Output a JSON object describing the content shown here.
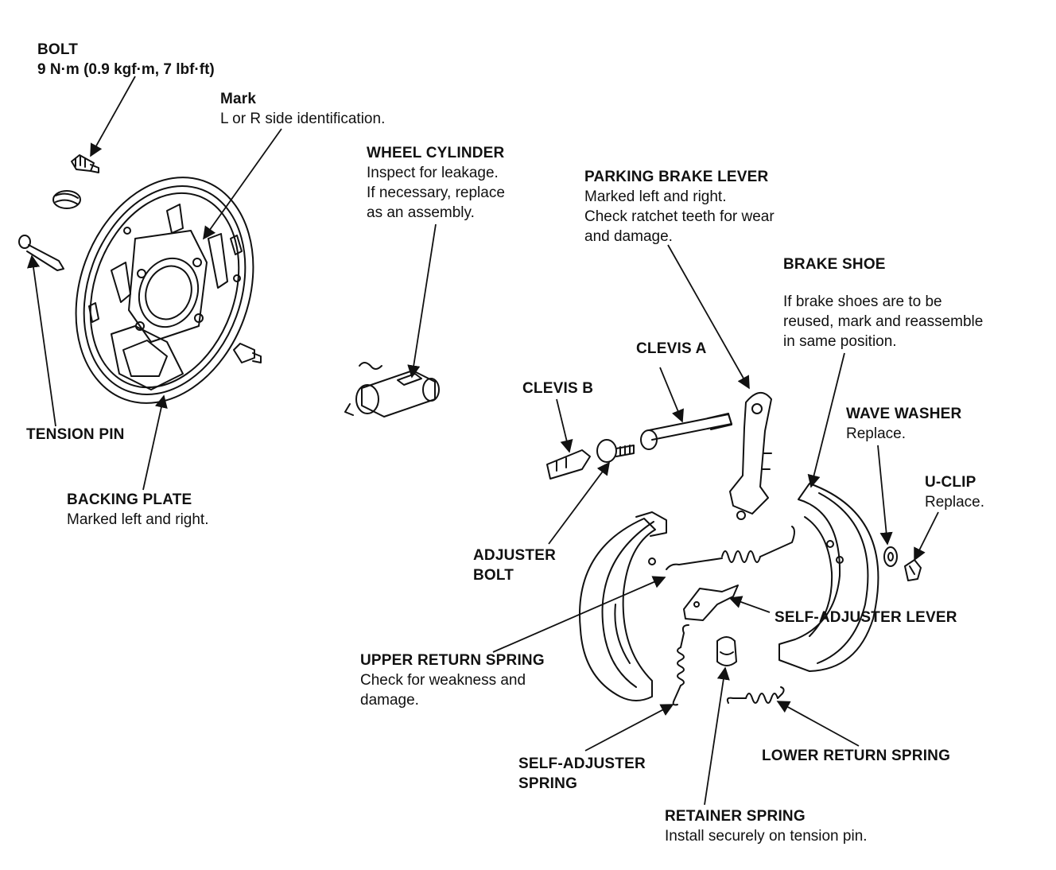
{
  "labels": {
    "bolt": {
      "title": "BOLT",
      "lines": [
        "9 N·m (0.9 kgf·m, 7 lbf·ft)"
      ]
    },
    "mark": {
      "title": "Mark",
      "lines": [
        "L or R side identification."
      ]
    },
    "wheel_cylinder": {
      "title": "WHEEL CYLINDER",
      "lines": [
        "Inspect for leakage.",
        "If necessary, replace",
        "as an assembly."
      ]
    },
    "parking_brake_lever": {
      "title": "PARKING BRAKE LEVER",
      "lines": [
        "Marked left and right.",
        "Check ratchet teeth for wear",
        "and damage."
      ]
    },
    "brake_shoe": {
      "title": "BRAKE SHOE",
      "lines": [
        "",
        "If brake shoes are to be",
        "reused, mark and reassemble",
        "in same position."
      ]
    },
    "clevis_a": {
      "title": "CLEVIS A",
      "lines": []
    },
    "clevis_b": {
      "title": "CLEVIS B",
      "lines": []
    },
    "wave_washer": {
      "title": "WAVE WASHER",
      "lines": [
        "Replace."
      ]
    },
    "u_clip": {
      "title": "U-CLIP",
      "lines": [
        "Replace."
      ]
    },
    "tension_pin": {
      "title": "TENSION PIN",
      "lines": []
    },
    "backing_plate": {
      "title": "BACKING PLATE",
      "lines": [
        "Marked left and right."
      ]
    },
    "adjuster_bolt": {
      "title": "ADJUSTER",
      "lines": [
        "BOLT"
      ]
    },
    "self_adjuster_lever": {
      "title": "SELF-ADJUSTER LEVER",
      "lines": []
    },
    "upper_return_spring": {
      "title": "UPPER RETURN SPRING",
      "lines": [
        "Check for weakness and",
        "damage."
      ]
    },
    "self_adjuster_spring": {
      "title": "SELF-ADJUSTER",
      "lines": [
        "SPRING"
      ]
    },
    "lower_return_spring": {
      "title": "LOWER RETURN SPRING",
      "lines": []
    },
    "retainer_spring": {
      "title": "RETAINER SPRING",
      "lines": [
        "Install securely on tension pin."
      ]
    }
  }
}
